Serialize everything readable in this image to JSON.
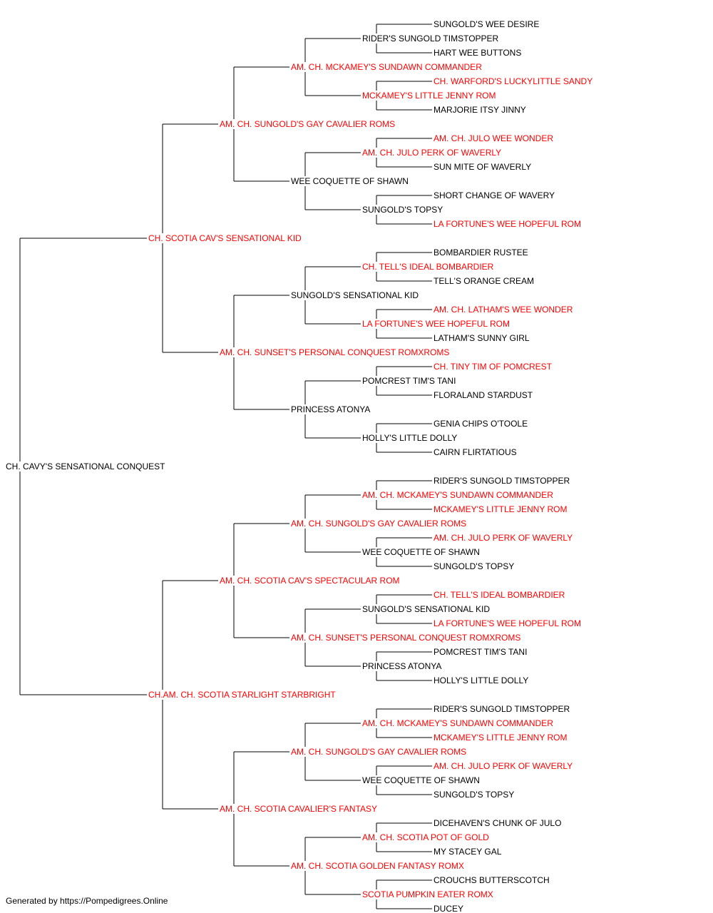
{
  "colors": {
    "champion": "#ff0000",
    "normal": "#000000",
    "line": "#000000"
  },
  "pedigree": {
    "name": "CH. CAVY'S SENSATIONAL CONQUEST",
    "champion": false,
    "sire": {
      "name": "CH. SCOTIA CAV'S SENSATIONAL KID",
      "champion": true,
      "sire": {
        "name": "AM. CH. SUNGOLD'S GAY CAVALIER ROMS",
        "champion": true,
        "sire": {
          "name": "AM. CH. MCKAMEY'S SUNDAWN COMMANDER",
          "champion": true,
          "sire": {
            "name": "RIDER'S SUNGOLD TIMSTOPPER",
            "champion": false,
            "sire": {
              "name": "SUNGOLD'S WEE DESIRE",
              "champion": false
            },
            "dam": {
              "name": "HART WEE BUTTONS",
              "champion": false
            }
          },
          "dam": {
            "name": "MCKAMEY'S LITTLE JENNY ROM",
            "champion": true,
            "sire": {
              "name": "CH. WARFORD'S LUCKYLITTLE SANDY",
              "champion": true
            },
            "dam": {
              "name": "MARJORIE ITSY JINNY",
              "champion": false
            }
          }
        },
        "dam": {
          "name": "WEE COQUETTE OF SHAWN",
          "champion": false,
          "sire": {
            "name": "AM. CH. JULO PERK OF WAVERLY",
            "champion": true,
            "sire": {
              "name": "AM. CH. JULO WEE WONDER",
              "champion": true
            },
            "dam": {
              "name": "SUN MITE OF WAVERLY",
              "champion": false
            }
          },
          "dam": {
            "name": "SUNGOLD'S TOPSY",
            "champion": false,
            "sire": {
              "name": "SHORT CHANGE OF WAVERY",
              "champion": false
            },
            "dam": {
              "name": "LA FORTUNE'S WEE HOPEFUL ROM",
              "champion": true
            }
          }
        }
      },
      "dam": {
        "name": "AM. CH. SUNSET'S PERSONAL CONQUEST ROMXROMS",
        "champion": true,
        "sire": {
          "name": "SUNGOLD'S SENSATIONAL KID",
          "champion": false,
          "sire": {
            "name": "CH. TELL'S IDEAL BOMBARDIER",
            "champion": true,
            "sire": {
              "name": "BOMBARDIER RUSTEE",
              "champion": false
            },
            "dam": {
              "name": "TELL'S ORANGE CREAM",
              "champion": false
            }
          },
          "dam": {
            "name": "LA FORTUNE'S WEE HOPEFUL ROM",
            "champion": true,
            "sire": {
              "name": "AM. CH. LATHAM'S WEE WONDER",
              "champion": true
            },
            "dam": {
              "name": "LATHAM'S SUNNY GIRL",
              "champion": false
            }
          }
        },
        "dam": {
          "name": "PRINCESS ATONYA",
          "champion": false,
          "sire": {
            "name": "POMCREST TIM'S TANI",
            "champion": false,
            "sire": {
              "name": "CH. TINY TIM OF POMCREST",
              "champion": true
            },
            "dam": {
              "name": "FLORALAND STARDUST",
              "champion": false
            }
          },
          "dam": {
            "name": "HOLLY'S LITTLE DOLLY",
            "champion": false,
            "sire": {
              "name": "GENIA CHIPS O'TOOLE",
              "champion": false
            },
            "dam": {
              "name": "CAIRN FLIRTATIOUS",
              "champion": false
            }
          }
        }
      }
    },
    "dam": {
      "name": "CH.AM. CH. SCOTIA STARLIGHT STARBRIGHT",
      "champion": true,
      "sire": {
        "name": "AM. CH. SCOTIA CAV'S SPECTACULAR ROM",
        "champion": true,
        "sire": {
          "name": "AM. CH. SUNGOLD'S GAY CAVALIER ROMS",
          "champion": true,
          "sire": {
            "name": "AM. CH. MCKAMEY'S SUNDAWN COMMANDER",
            "champion": true,
            "sire": {
              "name": "RIDER'S SUNGOLD TIMSTOPPER",
              "champion": false
            },
            "dam": {
              "name": "MCKAMEY'S LITTLE JENNY ROM",
              "champion": true
            }
          },
          "dam": {
            "name": "WEE COQUETTE OF SHAWN",
            "champion": false,
            "sire": {
              "name": "AM. CH. JULO PERK OF WAVERLY",
              "champion": true
            },
            "dam": {
              "name": "SUNGOLD'S TOPSY",
              "champion": false
            }
          }
        },
        "dam": {
          "name": "AM. CH. SUNSET'S PERSONAL CONQUEST ROMXROMS",
          "champion": true,
          "sire": {
            "name": "SUNGOLD'S SENSATIONAL KID",
            "champion": false,
            "sire": {
              "name": "CH. TELL'S IDEAL BOMBARDIER",
              "champion": true
            },
            "dam": {
              "name": "LA FORTUNE'S WEE HOPEFUL ROM",
              "champion": true
            }
          },
          "dam": {
            "name": "PRINCESS ATONYA",
            "champion": false,
            "sire": {
              "name": "POMCREST TIM'S TANI",
              "champion": false
            },
            "dam": {
              "name": "HOLLY'S LITTLE DOLLY",
              "champion": false
            }
          }
        }
      },
      "dam": {
        "name": "AM. CH. SCOTIA CAVALIER'S FANTASY",
        "champion": true,
        "sire": {
          "name": "AM. CH. SUNGOLD'S GAY CAVALIER ROMS",
          "champion": true,
          "sire": {
            "name": "AM. CH. MCKAMEY'S SUNDAWN COMMANDER",
            "champion": true,
            "sire": {
              "name": "RIDER'S SUNGOLD TIMSTOPPER",
              "champion": false
            },
            "dam": {
              "name": "MCKAMEY'S LITTLE JENNY ROM",
              "champion": true
            }
          },
          "dam": {
            "name": "WEE COQUETTE OF SHAWN",
            "champion": false,
            "sire": {
              "name": "AM. CH. JULO PERK OF WAVERLY",
              "champion": true
            },
            "dam": {
              "name": "SUNGOLD'S TOPSY",
              "champion": false
            }
          }
        },
        "dam": {
          "name": "AM. CH. SCOTIA GOLDEN FANTASY ROMX",
          "champion": true,
          "sire": {
            "name": "AM. CH. SCOTIA POT OF GOLD",
            "champion": true,
            "sire": {
              "name": "DICEHAVEN'S CHUNK OF JULO",
              "champion": false
            },
            "dam": {
              "name": "MY STACEY GAL",
              "champion": false
            }
          },
          "dam": {
            "name": "SCOTIA PUMPKIN EATER ROMX",
            "champion": true,
            "sire": {
              "name": "CROUCHS BUTTERSCOTCH",
              "champion": false
            },
            "dam": {
              "name": "DUCEY",
              "champion": false
            }
          }
        }
      }
    }
  },
  "footer": "Generated by https://Pompedigrees.Online"
}
